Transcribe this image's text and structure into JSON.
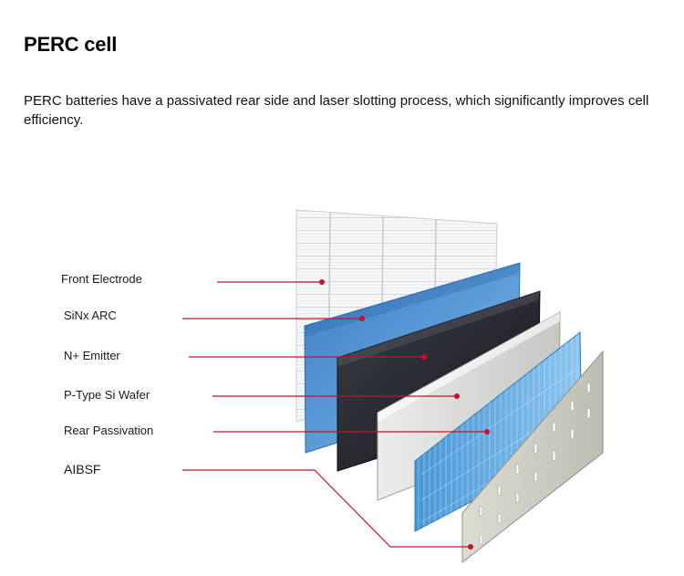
{
  "title": "PERC cell",
  "description": "PERC batteries have a passivated rear side and laser slotting process, which significantly improves cell efficiency.",
  "colors": {
    "leader_line": "#c8102e",
    "front_electrode": "#f2f3f6",
    "sinx_arc": "#4a8ed0",
    "n_emitter": "#24262c",
    "p_type_wafer": "#d9d9d6",
    "rear_passivation": "#5aa6e0",
    "albsf": "#cfcfc8"
  },
  "layers": [
    {
      "name": "front-electrode",
      "label": "Front Electrode"
    },
    {
      "name": "sinx-arc",
      "label": "SiNx ARC"
    },
    {
      "name": "n-emitter",
      "label": "N+ Emitter"
    },
    {
      "name": "p-type-si-wafer",
      "label": "P-Type Si Wafer"
    },
    {
      "name": "rear-passivation",
      "label": "Rear Passivation"
    },
    {
      "name": "aibsf",
      "label": "AIBSF"
    }
  ]
}
